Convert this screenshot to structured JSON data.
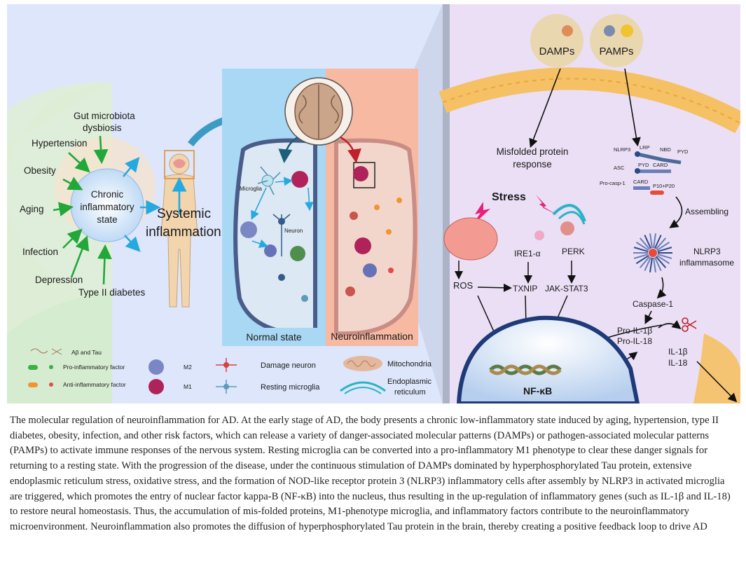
{
  "left_panel": {
    "center_label": "Chronic inflammatory state",
    "factors": [
      "Gut microbiota dysbiosis",
      "Hypertension",
      "Obesity",
      "Aging",
      "Infection",
      "Depression",
      "Type II diabetes"
    ],
    "systemic_label": "Systemic inflammation"
  },
  "middle_panel": {
    "normal_state": "Normal state",
    "neuroinflammation": "Neuroinflammation",
    "microglia_label": "Microglia",
    "neuron_label": "Neuron"
  },
  "right_panel": {
    "damps": "DAMPs",
    "pamps": "PAMPs",
    "misfolded": "Misfolded protein response",
    "stress": "Stress",
    "ire1": "IRE1-α",
    "perk": "PERK",
    "ros": "ROS",
    "txnip": "TXNIP",
    "jak_stat3": "JAK-STAT3",
    "nlrp3_domain": "NLRP3",
    "lrp": "LRP",
    "nbd": "NBD",
    "pyd": "PYD",
    "asc": "ASC",
    "asc_pyd": "PYD",
    "asc_card": "CARD",
    "procasp": "Pro-casp-1",
    "procasp_card": "CARD",
    "p10p20": "P10+P20",
    "assembling": "Assembling",
    "inflammasome": "NLRP3 inflammasome",
    "caspase1": "Caspase-1",
    "pro_il1b": "Pro-IL-1β",
    "pro_il18": "Pro-IL-18",
    "il1b": "IL-1β",
    "il18": "IL-18",
    "nfkb": "NF-κB"
  },
  "legend": {
    "abeta_tau": "Aβ and Tau",
    "pro_factor": "Pro-inflammatory factor",
    "anti_factor": "Anti-inflammatory factor",
    "m2": "M2",
    "m1": "M1",
    "damage_neuron": "Damage neuron",
    "resting_microglia": "Resting microglia",
    "mitochondria": "Mitochondria",
    "er": "Endoplasmic reticulum"
  },
  "caption": "The molecular regulation of neuroinflammation for AD. At the early stage of AD, the body presents a chronic low-inflammatory state induced by aging, hypertension, type II diabetes, obesity, infection, and other risk factors, which can release a variety of danger-associated molecular patterns (DAMPs) or pathogen-associated molecular patterns (PAMPs) to activate immune responses of the nervous system. Resting microglia can be converted into a pro-inflammatory M1 phenotype to clear these danger signals for returning to a resting state. With the progression of the disease, under the continuous stimulation of DAMPs dominated by hyperphosphorylated Tau protein, extensive endoplasmic reticulum stress, oxidative stress, and the formation of NOD-like receptor protein 3 (NLRP3) inflammatory cells after assembly by NLRP3 in activated microglia are triggered, which promotes the entry of nuclear factor kappa-B (NF-κB) into the nucleus, thus resulting in the up-regulation of inflammatory genes (such as IL-1β and IL-18) to restore neural homeostasis. Thus, the accumulation of mis-folded proteins, M1-phenotype microglia, and inflammatory factors contribute to the neuroinflammatory microenvironment. Neuroinflammation also promotes the diffusion of hyperphosphorylated Tau protein in the brain, thereby creating a positive feedback loop to drive AD",
  "colors": {
    "panel_bg": "#dde6fb",
    "right_bg": "#eadff5",
    "normal_blue": "#a9d8f4",
    "neuro_salmon": "#f7b9a2",
    "green_arrow": "#21a838",
    "cyan_arrow": "#26a9e0",
    "body": "#f2d4ad",
    "membrane": "#f5c164",
    "nucleus": "#dce8f7"
  }
}
